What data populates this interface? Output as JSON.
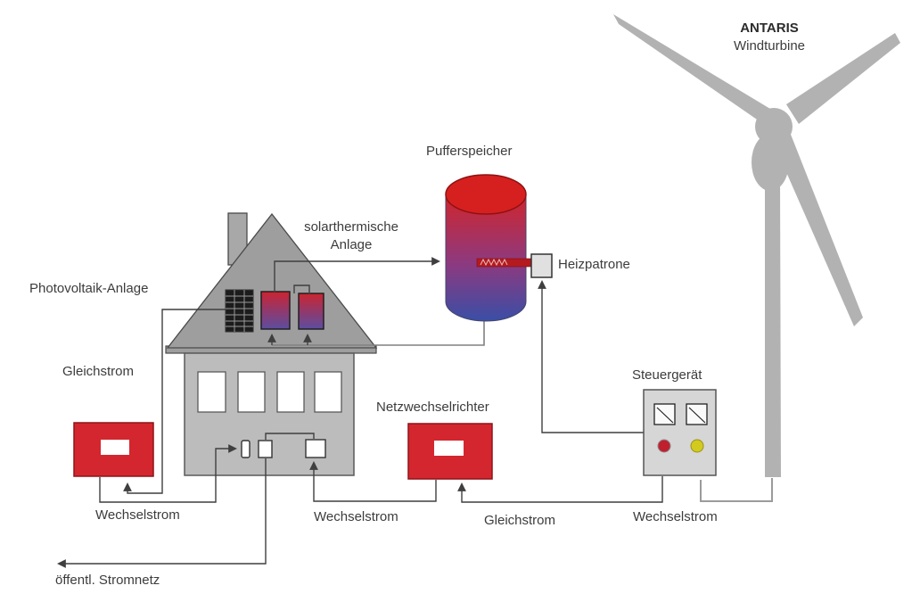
{
  "diagram": {
    "type": "energy-system-schematic",
    "labels": {
      "photovoltaic": "Photovoltaik-Anlage",
      "solar_thermal_line1": "solarthermische",
      "solar_thermal_line2": "Anlage",
      "buffer_tank": "Pufferspeicher",
      "heating_cartridge": "Heizpatrone",
      "control_unit": "Steuergerät",
      "grid_inverter": "Netzwechselrichter",
      "wind_brand": "ANTARIS",
      "wind_type": "Windturbine",
      "dc_left": "Gleichstrom",
      "ac_left": "Wechselstrom",
      "ac_mid": "Wechselstrom",
      "dc_mid": "Gleichstrom",
      "ac_right": "Wechselstrom",
      "public_grid": "öffentl. Stromnetz"
    },
    "colors": {
      "inverter_red": "#d4262e",
      "tank_top_red": "#d6201f",
      "tank_bottom_blue": "#3a4ea6",
      "collector_red": "#cb2430",
      "collector_purple": "#5c4e9e",
      "house_wall_gray": "#bcbcbc",
      "roof_gray": "#9e9e9e",
      "turbine_gray": "#b2b2b2",
      "control_box_gray": "#d6d6d6",
      "indicator_red": "#c01f2e",
      "indicator_yellow": "#d2ca1e",
      "line_dark": "#3f3f3f",
      "line_gray": "#9b9b9b"
    }
  }
}
